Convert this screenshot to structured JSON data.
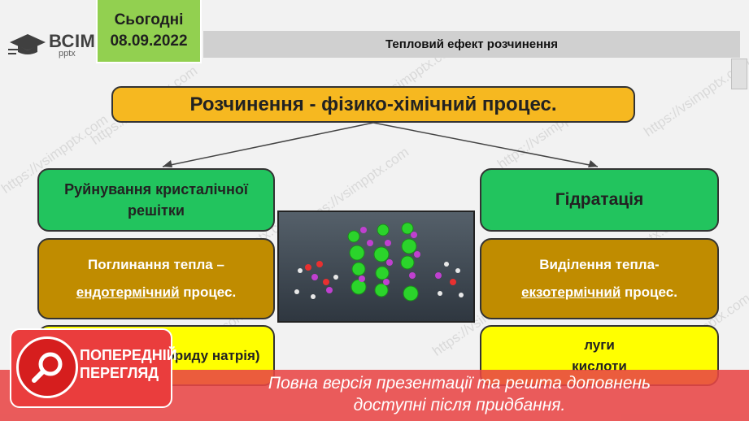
{
  "header": {
    "today_label": "Сьогодні",
    "date": "08.09.2022",
    "logo_text": "ВСІМ",
    "logo_sub": "pptx",
    "slide_title": "Тепловий ефект розчинення"
  },
  "main": {
    "process_title": "Розчинення - фізико-хімічний процес.",
    "left": {
      "box1_line1": "Руйнування кристалічної",
      "box1_line2": "решітки",
      "box2_line1": "Поглинання тепла –",
      "box2_word": "ендотермічний",
      "box2_rest": " процес.",
      "box3_text": "ориду натрія)"
    },
    "right": {
      "box1": "Гідратація",
      "box2_line1": "Виділення тепла-",
      "box2_word": "екзотермічний",
      "box2_rest": " процес.",
      "box3_line1": "луги",
      "box3_line2": "кислоти"
    }
  },
  "preview": {
    "badge_line1": "ПОПЕРЕДНІЙ",
    "badge_line2": "ПЕРЕГЛЯД",
    "message_line1": "Повна версія презентації та решта доповнень",
    "message_line2": "доступні після придбання."
  },
  "watermark": "https://vsimpptx.com",
  "colors": {
    "accent_green": "#22c45e",
    "accent_orange": "#f6b820",
    "accent_brown": "#c08c00",
    "accent_yellow": "#ffff00",
    "preview_red": "#e84646"
  },
  "icons": {
    "logo": "graduation-cap-icon",
    "search": "magnifier-icon"
  }
}
